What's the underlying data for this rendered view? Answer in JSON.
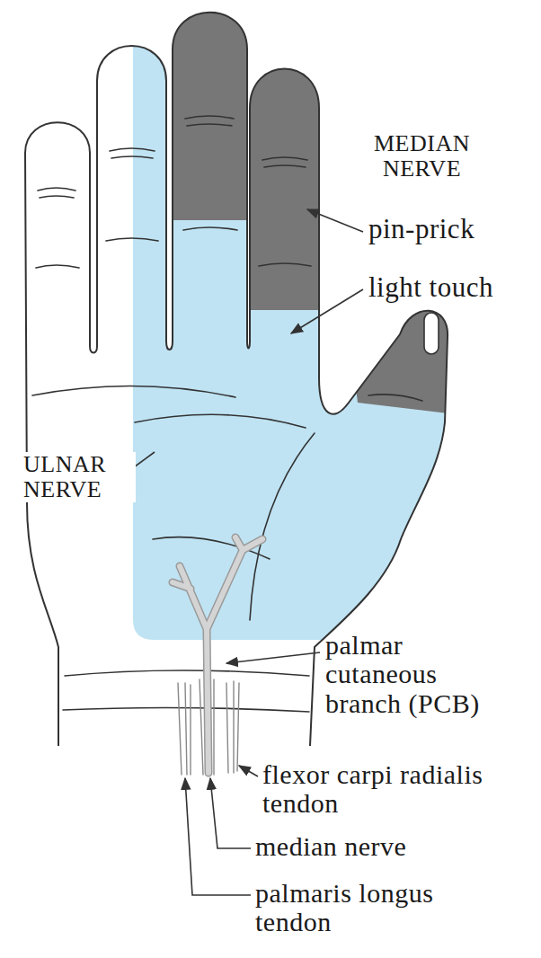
{
  "diagram": {
    "labels": [
      "MEDIAN NERVE",
      "pin-prick",
      "light touch",
      "ULNAR NERVE",
      "palmar cutaneous branch (PCB)",
      "flexor carpi radialis tendon",
      "median nerve",
      "palmaris longus tendon"
    ]
  }
}
